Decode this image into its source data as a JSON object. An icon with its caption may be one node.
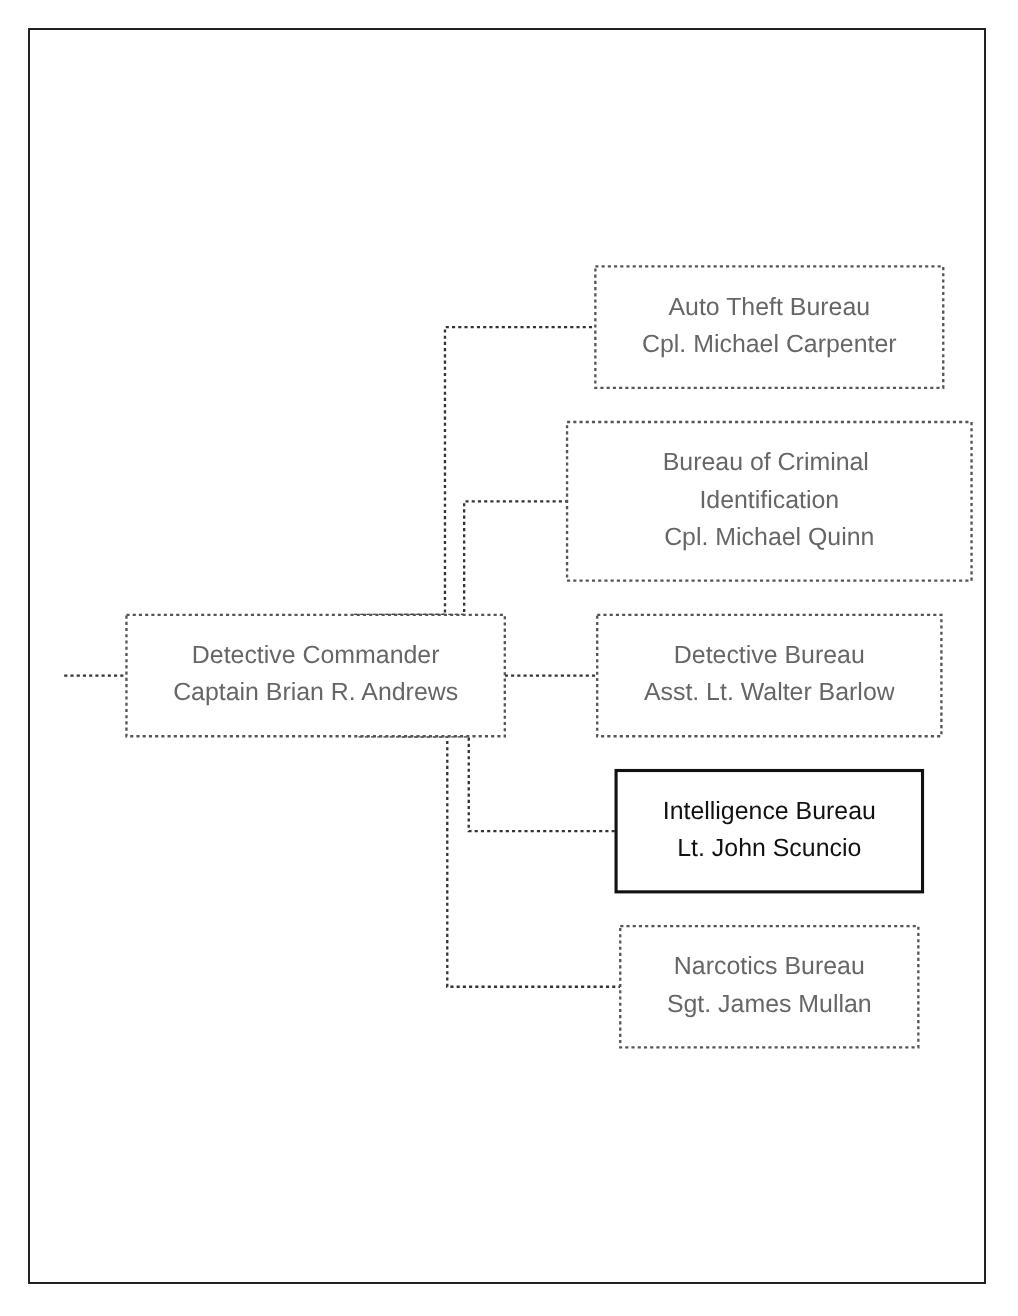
{
  "diagram": {
    "nodes": [
      {
        "text": [
          "Detective Commander",
          "Captain Brian R. Andrews"
        ]
      },
      {
        "text": [
          "Auto Theft Bureau",
          "Cpl. Michael Carpenter"
        ]
      },
      {
        "text": [
          "Bureau of Criminal Identification",
          "Cpl. Michael Quinn"
        ]
      },
      {
        "text": [
          "Detective Bureau",
          "Asst. Lt. Walter Barlow"
        ]
      },
      {
        "text": [
          "Intelligence Bureau",
          "Lt. John Scuncio"
        ]
      },
      {
        "text": [
          "Narcotics Bureau",
          "Sgt. James Mullan"
        ]
      }
    ],
    "edges": [
      {
        "from": null,
        "to": 0,
        "arrow": "none",
        "style": "dashed"
      },
      {
        "from": 0,
        "to": 1,
        "arrow": "none",
        "style": "dashed"
      },
      {
        "from": 0,
        "to": 2,
        "arrow": "none",
        "style": "dashed"
      },
      {
        "from": 0,
        "to": 3,
        "arrow": "none",
        "style": "dashed"
      },
      {
        "from": 0,
        "to": 4,
        "arrow": "none",
        "style": "dashed"
      },
      {
        "from": 0,
        "to": 5,
        "arrow": "none",
        "style": "dashed"
      }
    ]
  }
}
